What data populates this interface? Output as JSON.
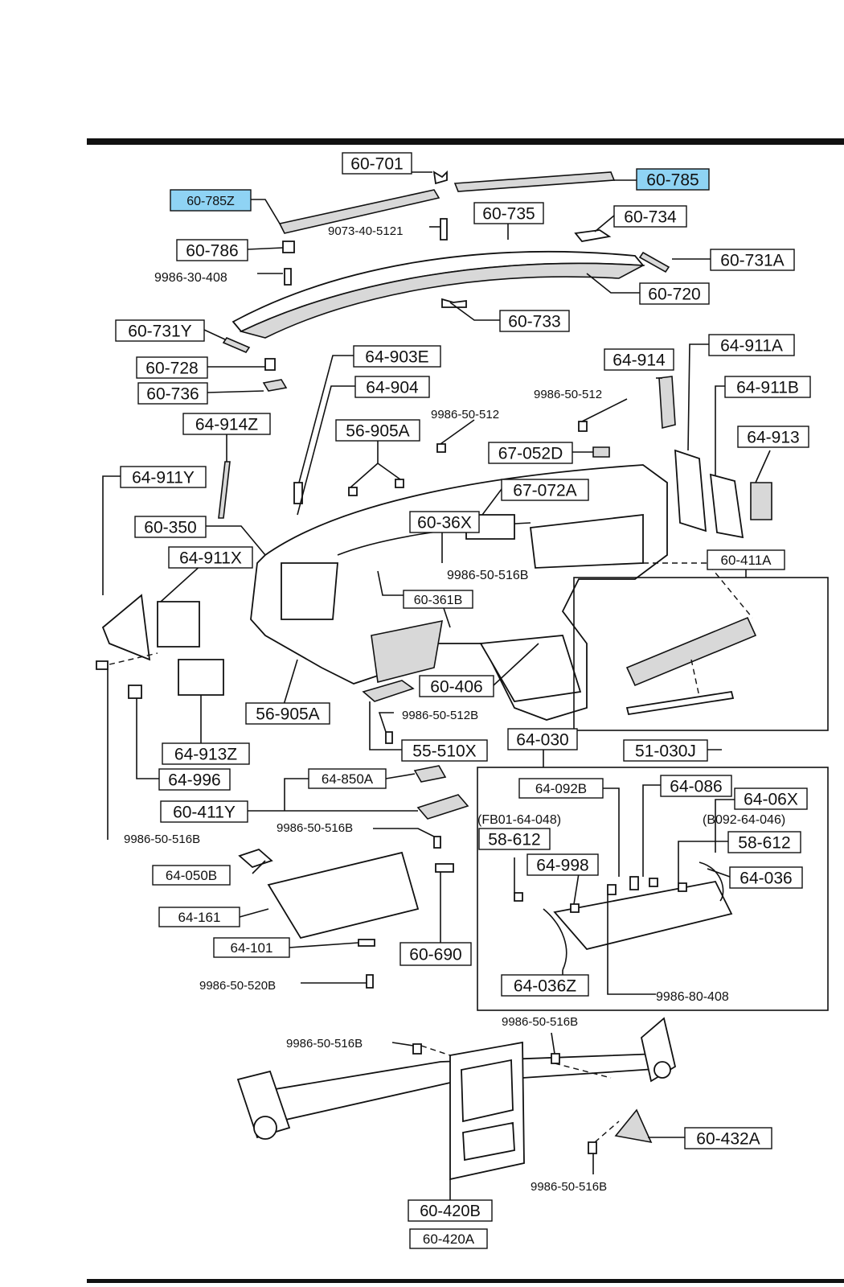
{
  "diagram": {
    "highlight_color": "#8fd3f4",
    "ink_color": "#111111",
    "callouts": [
      {
        "id": "c01",
        "text": "60-701",
        "boxed": true,
        "highlight": false
      },
      {
        "id": "c02",
        "text": "60-785",
        "boxed": true,
        "highlight": true
      },
      {
        "id": "c03",
        "text": "60-785Z",
        "boxed": true,
        "highlight": true
      },
      {
        "id": "c04",
        "text": "60-735",
        "boxed": true,
        "highlight": false
      },
      {
        "id": "c05",
        "text": "60-734",
        "boxed": true,
        "highlight": false
      },
      {
        "id": "c06",
        "text": "9073-40-5121",
        "boxed": false,
        "highlight": false
      },
      {
        "id": "c07",
        "text": "60-786",
        "boxed": true,
        "highlight": false
      },
      {
        "id": "c08",
        "text": "60-731A",
        "boxed": true,
        "highlight": false
      },
      {
        "id": "c09",
        "text": "9986-30-408",
        "boxed": false,
        "highlight": false
      },
      {
        "id": "c10",
        "text": "60-720",
        "boxed": true,
        "highlight": false
      },
      {
        "id": "c11",
        "text": "60-733",
        "boxed": true,
        "highlight": false
      },
      {
        "id": "c12",
        "text": "60-731Y",
        "boxed": true,
        "highlight": false
      },
      {
        "id": "c13",
        "text": "64-903E",
        "boxed": true,
        "highlight": false
      },
      {
        "id": "c14",
        "text": "64-914",
        "boxed": true,
        "highlight": false
      },
      {
        "id": "c15",
        "text": "64-911A",
        "boxed": true,
        "highlight": false
      },
      {
        "id": "c16",
        "text": "60-728",
        "boxed": true,
        "highlight": false
      },
      {
        "id": "c17",
        "text": "64-904",
        "boxed": true,
        "highlight": false
      },
      {
        "id": "c18",
        "text": "9986-50-512",
        "boxed": false,
        "highlight": false
      },
      {
        "id": "c19",
        "text": "64-911B",
        "boxed": true,
        "highlight": false
      },
      {
        "id": "c20",
        "text": "60-736",
        "boxed": true,
        "highlight": false
      },
      {
        "id": "c21",
        "text": "9986-50-512",
        "boxed": false,
        "highlight": false
      },
      {
        "id": "c22",
        "text": "64-914Z",
        "boxed": true,
        "highlight": false
      },
      {
        "id": "c23",
        "text": "56-905A",
        "boxed": true,
        "highlight": false
      },
      {
        "id": "c24",
        "text": "64-913",
        "boxed": true,
        "highlight": false
      },
      {
        "id": "c25",
        "text": "67-052D",
        "boxed": true,
        "highlight": false
      },
      {
        "id": "c26",
        "text": "64-911Y",
        "boxed": true,
        "highlight": false
      },
      {
        "id": "c27",
        "text": "67-072A",
        "boxed": true,
        "highlight": false
      },
      {
        "id": "c28",
        "text": "60-36X",
        "boxed": true,
        "highlight": false
      },
      {
        "id": "c29",
        "text": "60-350",
        "boxed": true,
        "highlight": false
      },
      {
        "id": "c30",
        "text": "64-911X",
        "boxed": true,
        "highlight": false
      },
      {
        "id": "c31",
        "text": "9986-50-516B",
        "boxed": false,
        "highlight": false
      },
      {
        "id": "c32",
        "text": "60-411A",
        "boxed": true,
        "highlight": false
      },
      {
        "id": "c33",
        "text": "60-361B",
        "boxed": true,
        "highlight": false
      },
      {
        "id": "c34",
        "text": "60-406",
        "boxed": true,
        "highlight": false
      },
      {
        "id": "c35",
        "text": "56-905A",
        "boxed": true,
        "highlight": false
      },
      {
        "id": "c36",
        "text": "9986-50-512B",
        "boxed": false,
        "highlight": false
      },
      {
        "id": "c37",
        "text": "55-510X",
        "boxed": true,
        "highlight": false
      },
      {
        "id": "c38",
        "text": "64-030",
        "boxed": true,
        "highlight": false
      },
      {
        "id": "c39",
        "text": "51-030J",
        "boxed": true,
        "highlight": false
      },
      {
        "id": "c40",
        "text": "64-913Z",
        "boxed": true,
        "highlight": false
      },
      {
        "id": "c41",
        "text": "64-850A",
        "boxed": true,
        "highlight": false
      },
      {
        "id": "c42",
        "text": "64-996",
        "boxed": true,
        "highlight": false
      },
      {
        "id": "c43",
        "text": "64-092B",
        "boxed": true,
        "highlight": false
      },
      {
        "id": "c44",
        "text": "64-086",
        "boxed": true,
        "highlight": false
      },
      {
        "id": "c45",
        "text": "64-06X",
        "boxed": true,
        "highlight": false
      },
      {
        "id": "c46",
        "text": "60-411Y",
        "boxed": true,
        "highlight": false
      },
      {
        "id": "c47",
        "text": "(FB01-64-048)",
        "boxed": false,
        "highlight": false
      },
      {
        "id": "c48",
        "text": "(B092-64-046)",
        "boxed": false,
        "highlight": false
      },
      {
        "id": "c49",
        "text": "9986-50-516B",
        "boxed": false,
        "highlight": false
      },
      {
        "id": "c50",
        "text": "58-612",
        "boxed": true,
        "highlight": false
      },
      {
        "id": "c51",
        "text": "58-612",
        "boxed": true,
        "highlight": false
      },
      {
        "id": "c52",
        "text": "9986-50-516B",
        "boxed": false,
        "highlight": false
      },
      {
        "id": "c53",
        "text": "64-050B",
        "boxed": true,
        "highlight": false
      },
      {
        "id": "c54",
        "text": "64-998",
        "boxed": true,
        "highlight": false
      },
      {
        "id": "c55",
        "text": "64-036",
        "boxed": true,
        "highlight": false
      },
      {
        "id": "c56",
        "text": "64-161",
        "boxed": true,
        "highlight": false
      },
      {
        "id": "c57",
        "text": "64-101",
        "boxed": true,
        "highlight": false
      },
      {
        "id": "c58",
        "text": "60-690",
        "boxed": true,
        "highlight": false
      },
      {
        "id": "c59",
        "text": "64-036Z",
        "boxed": true,
        "highlight": false
      },
      {
        "id": "c60",
        "text": "9986-50-520B",
        "boxed": false,
        "highlight": false
      },
      {
        "id": "c61",
        "text": "9986-80-408",
        "boxed": false,
        "highlight": false
      },
      {
        "id": "c62",
        "text": "9986-50-516B",
        "boxed": false,
        "highlight": false
      },
      {
        "id": "c63",
        "text": "9986-50-516B",
        "boxed": false,
        "highlight": false
      },
      {
        "id": "c64",
        "text": "60-432A",
        "boxed": true,
        "highlight": false
      },
      {
        "id": "c65",
        "text": "9986-50-516B",
        "boxed": false,
        "highlight": false
      },
      {
        "id": "c66",
        "text": "60-420B",
        "boxed": true,
        "highlight": false
      },
      {
        "id": "c67",
        "text": "60-420A",
        "boxed": true,
        "highlight": false
      }
    ]
  }
}
